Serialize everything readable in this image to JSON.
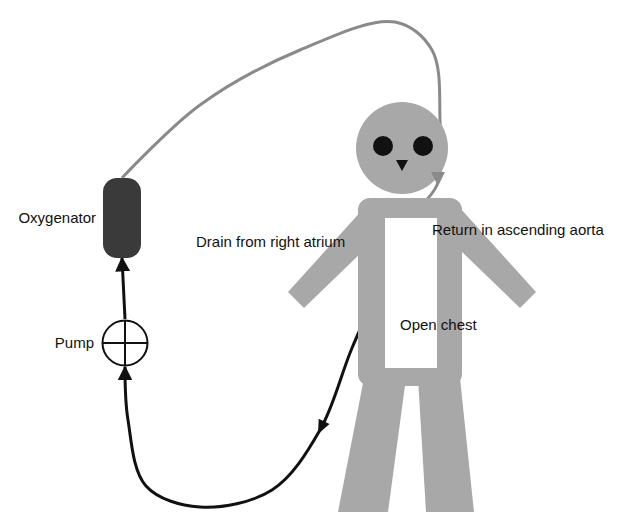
{
  "diagram": {
    "nodes": [
      {
        "text": [
          "Oxygenator"
        ]
      },
      {
        "text": [
          "Pump"
        ]
      },
      {
        "text": [
          "Open chest"
        ]
      }
    ],
    "edges": [
      {
        "from": 0,
        "to": 2,
        "arrow": "to",
        "label": "Return in ascending aorta"
      },
      {
        "from": 2,
        "to": 1,
        "arrow": "to",
        "label": "Drain from right atrium"
      },
      {
        "from": 1,
        "to": 0,
        "arrow": "to"
      }
    ]
  }
}
